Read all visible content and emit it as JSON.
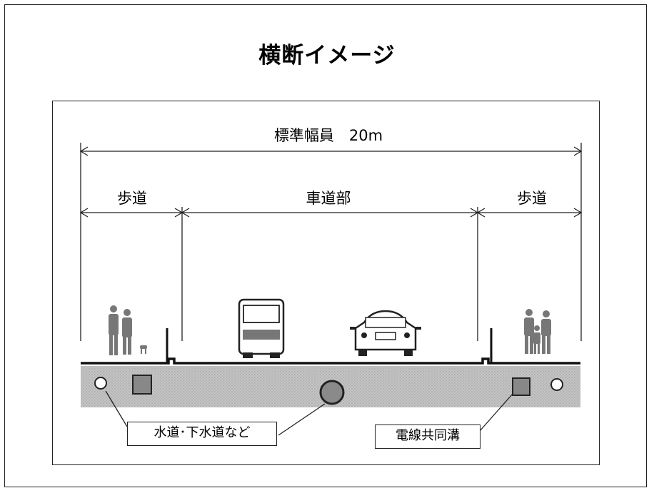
{
  "title": "横断イメージ",
  "dimensions": {
    "total_width_label": "標準幅員　20m",
    "sidewalk_left_label": "歩道",
    "roadway_label": "車道部",
    "sidewalk_right_label": "歩道"
  },
  "callouts": {
    "water_label": "水道･下水道など",
    "cable_label": "電線共同溝"
  },
  "colors": {
    "line": "#222222",
    "ground": "#bdbdbd",
    "figure": "#777777"
  }
}
